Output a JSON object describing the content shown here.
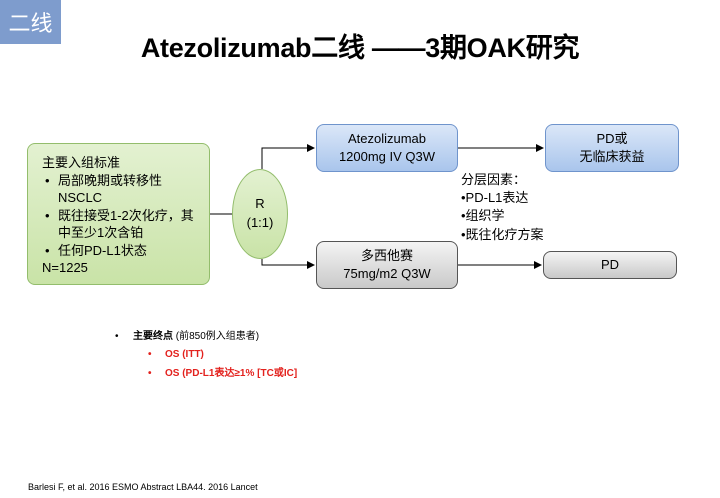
{
  "corner_tag": "二线",
  "title": "Atezolizumab二线 ——3期OAK研究",
  "criteria": {
    "heading": "主要入组标准",
    "items": [
      "局部晚期或转移性NSCLC",
      "既往接受1-2次化疗，其中至少1次含铂",
      "任何PD-L1状态"
    ],
    "n": "N=1225"
  },
  "randomization": {
    "label": "R",
    "ratio": "(1:1)"
  },
  "arms": {
    "atezolizumab": {
      "line1": "Atezolizumab",
      "line2": "1200mg IV Q3W"
    },
    "atezo_outcome": {
      "line1": "PD或",
      "line2": "无临床获益"
    },
    "docetaxel": {
      "line1": "多西他赛",
      "line2": "75mg/m2 Q3W"
    },
    "docetaxel_outcome": "PD"
  },
  "stratification": {
    "heading": "分层因素：",
    "items": [
      "•PD-L1表达",
      "•组织学",
      "•既往化疗方案"
    ]
  },
  "endpoints": {
    "label": "主要终点",
    "note": " (前850例入组患者)",
    "items": [
      "OS (ITT)",
      "OS (PD-L1表达≥1% [TC或IC]"
    ]
  },
  "citation": "Barlesi F, et al. 2016 ESMO Abstract LBA44.  2016 Lancet",
  "colors": {
    "accent_blue": "#7e9ccd",
    "green_fill": "#c9e3a7",
    "blue_fill": "#a9c5ec",
    "grey_fill": "#c9c9c9",
    "endpoint_red": "#e3211d"
  }
}
